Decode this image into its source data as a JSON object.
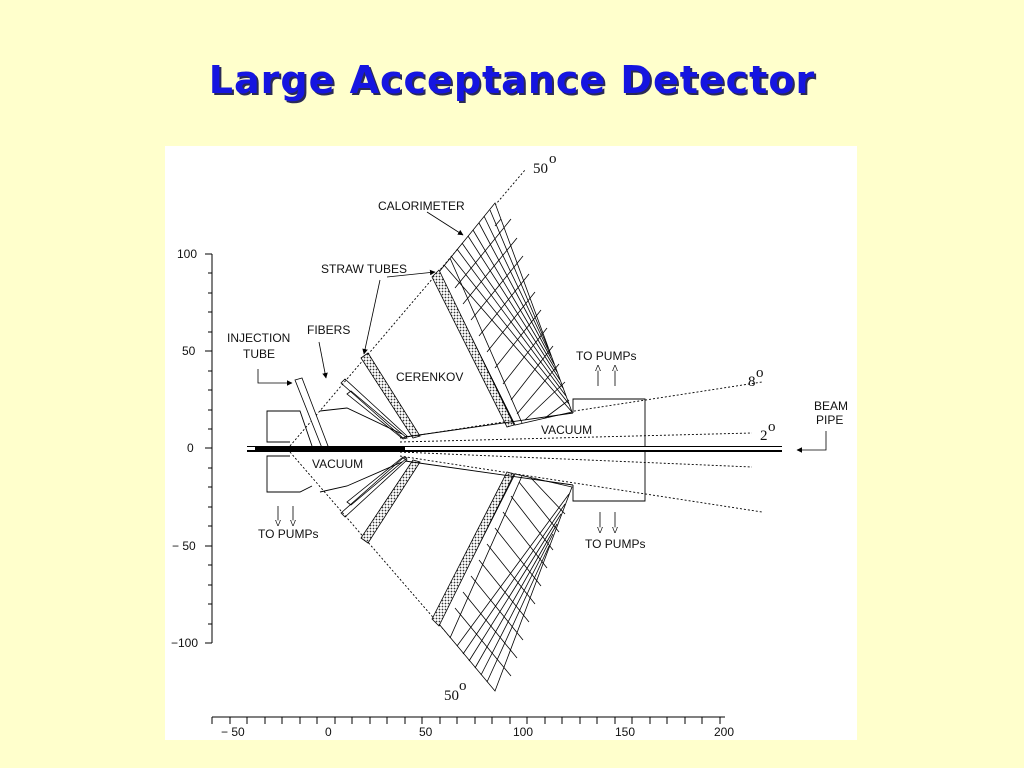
{
  "title": "Large Acceptance Detector",
  "labels": {
    "calorimeter": "CALORIMETER",
    "straw_tubes": "STRAW TUBES",
    "fibers": "FIBERS",
    "injection": "INJECTION",
    "tube": "TUBE",
    "cerenkov": "CERENKOV",
    "to_pumps": "TO PUMPs",
    "vacuum": "VACUUM",
    "beam": "BEAM",
    "pipe": "PIPE",
    "deg50": "50",
    "deg8": "8",
    "deg2": "2",
    "deg_symbol": "o"
  },
  "axes": {
    "y_ticks": [
      "100",
      "50",
      "0",
      "− 50",
      "−100"
    ],
    "x_ticks": [
      "− 50",
      "0",
      "50",
      "100",
      "150",
      "200"
    ]
  }
}
